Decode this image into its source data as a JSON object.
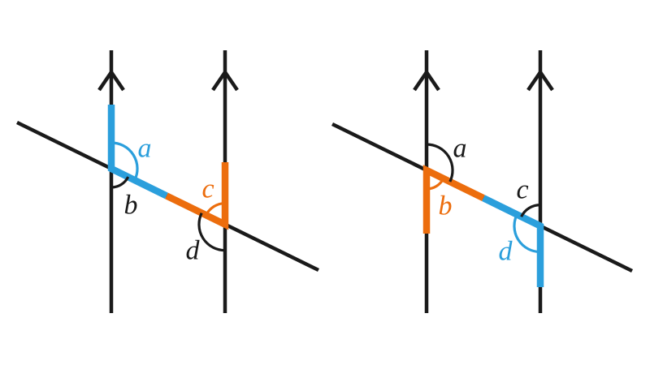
{
  "figure": {
    "type": "geometry-diagram",
    "subject": "two parallel lines cut by a transversal, angles a, b, c, d marked at the two intersections; left figure highlights segments in blue and orange, right figure shows the color-swapped version"
  },
  "colors": {
    "blue": "#2B9FDC",
    "orange": "#EC6D0D",
    "line": "#1a1a1a",
    "background": "#ffffff"
  },
  "left": {
    "labels": {
      "a": {
        "text": "a",
        "color": "#2B9FDC"
      },
      "b": {
        "text": "b",
        "color": "#1a1a1a"
      },
      "c": {
        "text": "c",
        "color": "#EC6D0D"
      },
      "d": {
        "text": "d",
        "color": "#1a1a1a"
      }
    }
  },
  "right": {
    "labels": {
      "a": {
        "text": "a",
        "color": "#1a1a1a"
      },
      "b": {
        "text": "b",
        "color": "#EC6D0D"
      },
      "c": {
        "text": "c",
        "color": "#1a1a1a"
      },
      "d": {
        "text": "d",
        "color": "#2B9FDC"
      }
    }
  }
}
